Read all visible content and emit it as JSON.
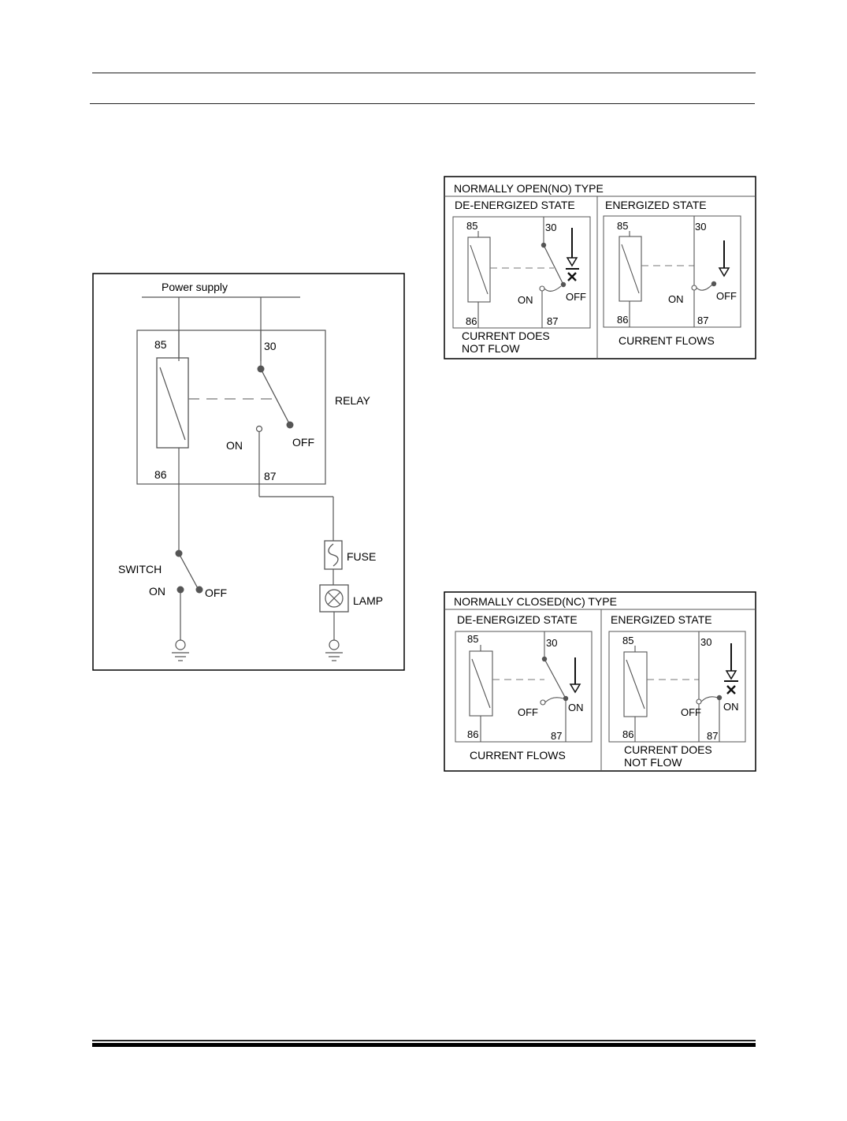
{
  "relay_circuit": {
    "power_supply": "Power supply",
    "terminal_85": "85",
    "terminal_30": "30",
    "terminal_86": "86",
    "terminal_87": "87",
    "relay": "RELAY",
    "relay_on": "ON",
    "relay_off": "OFF",
    "switch": "SWITCH",
    "switch_on": "ON",
    "switch_off": "OFF",
    "fuse": "FUSE",
    "lamp": "LAMP"
  },
  "no_type": {
    "title": "NORMALLY OPEN(NO) TYPE",
    "left": {
      "state": "DE-ENERGIZED STATE",
      "t85": "85",
      "t30": "30",
      "t86": "86",
      "t87": "87",
      "on": "ON",
      "off": "OFF",
      "caption_1": "CURRENT DOES",
      "caption_2": "NOT FLOW"
    },
    "right": {
      "state": "ENERGIZED STATE",
      "t85": "85",
      "t30": "30",
      "t86": "86",
      "t87": "87",
      "on": "ON",
      "off": "OFF",
      "caption_1": "CURRENT FLOWS"
    }
  },
  "nc_type": {
    "title": "NORMALLY CLOSED(NC) TYPE",
    "left": {
      "state": "DE-ENERGIZED STATE",
      "t85": "85",
      "t30": "30",
      "t86": "86",
      "t87": "87",
      "on": "ON",
      "off": "OFF",
      "caption_1": "CURRENT FLOWS"
    },
    "right": {
      "state": "ENERGIZED STATE",
      "t85": "85",
      "t30": "30",
      "t86": "86",
      "t87": "87",
      "on": "ON",
      "off": "OFF",
      "caption_1": "CURRENT DOES",
      "caption_2": "NOT FLOW"
    }
  }
}
